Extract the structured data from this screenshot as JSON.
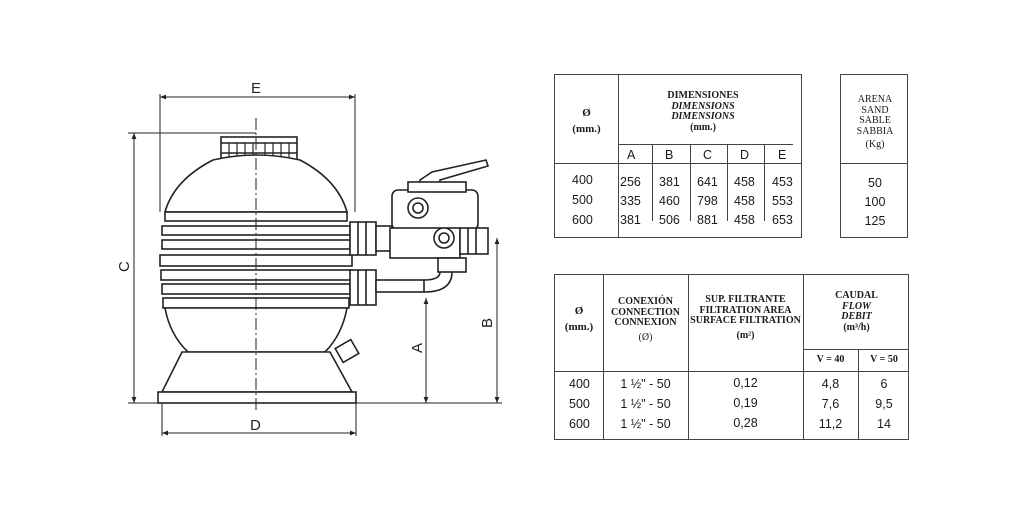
{
  "drawing": {
    "dim_labels": {
      "e": "E",
      "c": "C",
      "d": "D",
      "a": "A",
      "b": "B"
    }
  },
  "dimensions_table": {
    "size_header": [
      "Ø",
      "(mm.)"
    ],
    "title_lines": [
      "DIMENSIONES",
      "DIMENSIONS",
      "DIMENSIONS",
      "(mm.)"
    ],
    "columns": [
      "A",
      "B",
      "C",
      "D",
      "E"
    ],
    "rows": [
      {
        "size": "400",
        "A": "256",
        "B": "381",
        "C": "641",
        "D": "458",
        "E": "453"
      },
      {
        "size": "500",
        "A": "335",
        "B": "460",
        "C": "798",
        "D": "458",
        "E": "553"
      },
      {
        "size": "600",
        "A": "381",
        "B": "506",
        "C": "881",
        "D": "458",
        "E": "653"
      }
    ]
  },
  "sand_table": {
    "title_lines": [
      "ARENA",
      "SAND",
      "SABLE",
      "SABBIA",
      "(Kg)"
    ],
    "values": [
      "50",
      "100",
      "125"
    ]
  },
  "connection_table": {
    "size_header": [
      "Ø",
      "(mm.)"
    ],
    "connection_header": [
      "CONEXIÓN",
      "CONNECTION",
      "CONNEXION",
      "(Ø)"
    ],
    "area_header": [
      "SUP. FILTRANTE",
      "FILTRATION AREA",
      "SURFACE FILTRATION",
      "(m²)"
    ],
    "flow_header": [
      "CAUDAL",
      "FLOW",
      "DEBIT",
      "(m³/h)"
    ],
    "flow_columns": [
      "V = 40",
      "V = 50"
    ],
    "rows": [
      {
        "size": "400",
        "connection": "1 ½\" - 50",
        "area": "0,12",
        "v40": "4,8",
        "v50": "6"
      },
      {
        "size": "500",
        "connection": "1 ½\" - 50",
        "area": "0,19",
        "v40": "7,6",
        "v50": "9,5"
      },
      {
        "size": "600",
        "connection": "1 ½\" - 50",
        "area": "0,28",
        "v40": "11,2",
        "v50": "14"
      }
    ]
  }
}
